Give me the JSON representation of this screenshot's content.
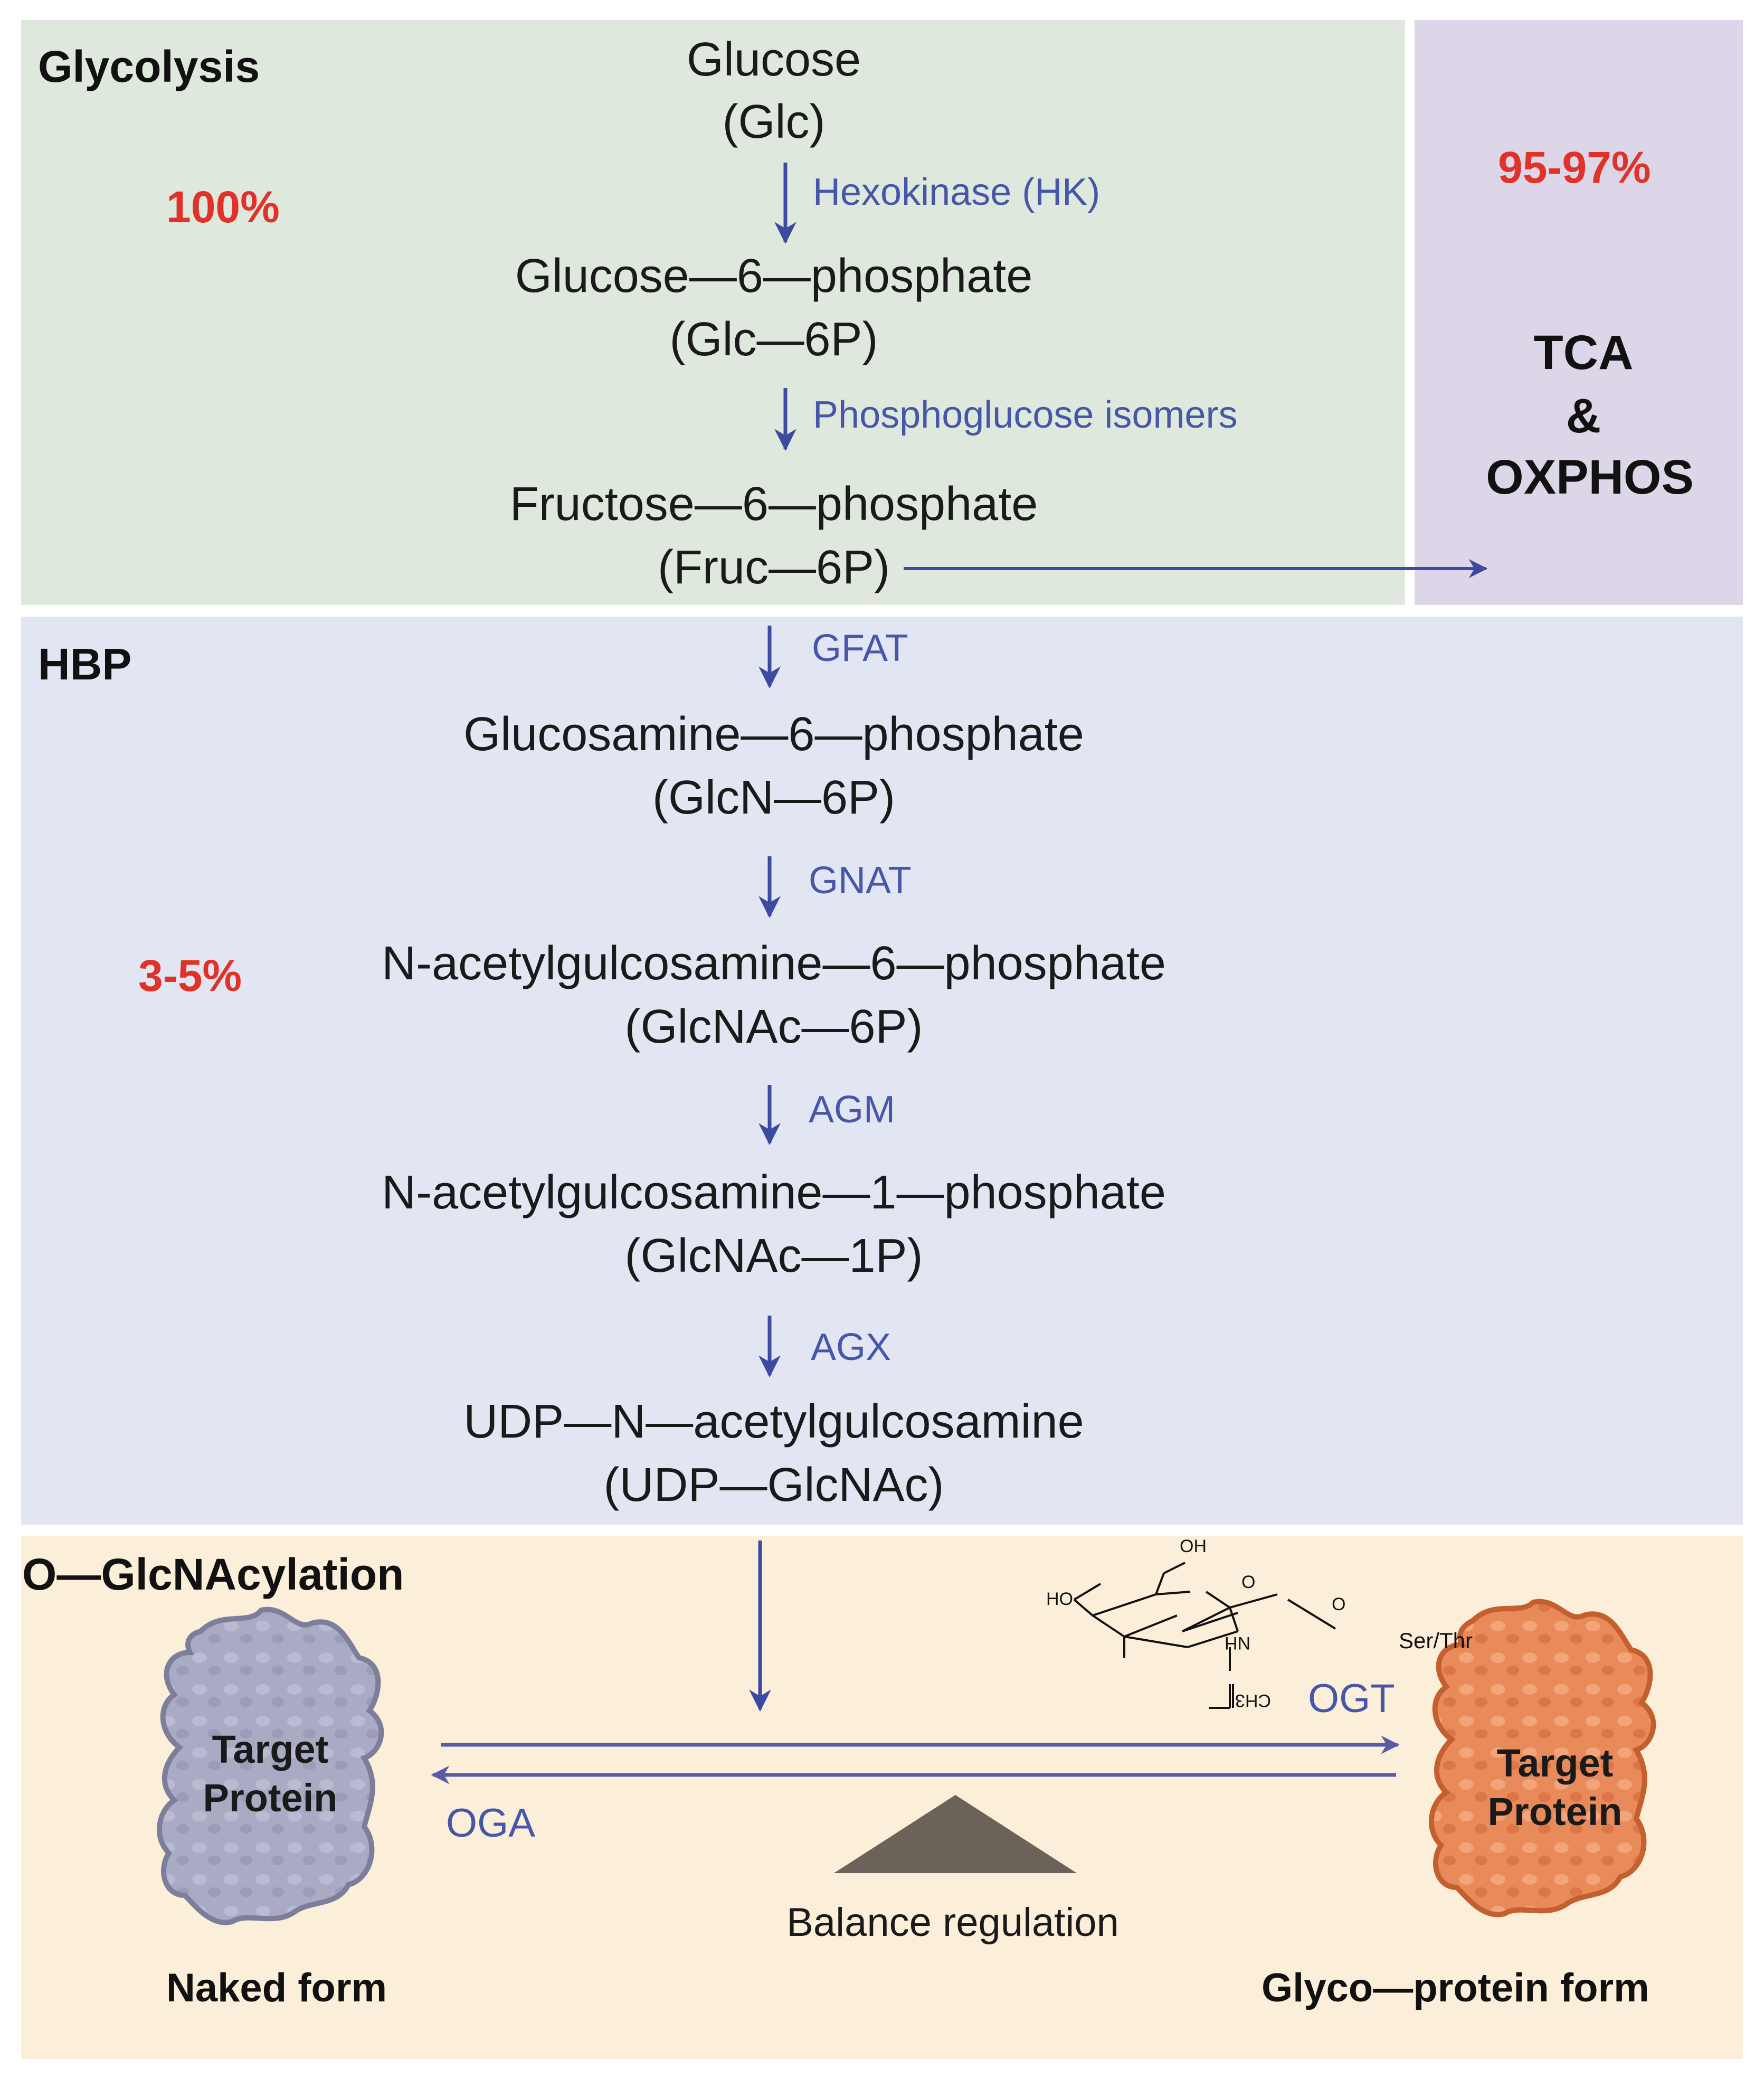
{
  "sections": {
    "glycolysis": {
      "title": "Glycolysis",
      "percent": "100%"
    },
    "tca": {
      "percent": "95-97%",
      "line1": "TCA",
      "line2": "&",
      "line3": "OXPHOS"
    },
    "hbp": {
      "title": "HBP",
      "percent": "3-5%"
    },
    "oglc": {
      "title": "O—GlcNAcylation"
    }
  },
  "metabolites": [
    {
      "name": "Glucose",
      "abbr": "(Glc)"
    },
    {
      "name": "Glucose—6—phosphate",
      "abbr": "(Glc—6P)"
    },
    {
      "name": "Fructose—6—phosphate",
      "abbr": "(Fruc—6P)"
    },
    {
      "name": "Glucosamine—6—phosphate",
      "abbr": "(GlcN—6P)"
    },
    {
      "name": "N-acetylgulcosamine—6—phosphate",
      "abbr": "(GlcNAc—6P)"
    },
    {
      "name": "N-acetylgulcosamine—1—phosphate",
      "abbr": "(GlcNAc—1P)"
    },
    {
      "name": "UDP—N—acetylgulcosamine",
      "abbr": "(UDP—GlcNAc)"
    }
  ],
  "enzymes": [
    "Hexokinase (HK)",
    "Phosphoglucose isomers",
    "GFAT",
    "GNAT",
    "AGM",
    "AGX"
  ],
  "oglc": {
    "naked_protein_label_1": "Target",
    "naked_protein_label_2": "Protein",
    "glyco_protein_label_1": "Target",
    "glyco_protein_label_2": "Protein",
    "naked_caption": "Naked form",
    "glyco_caption": "Glyco—protein form",
    "ogt": "OGT",
    "oga": "OGA",
    "balance": "Balance regulation",
    "chem_labels": {
      "oh": "OH",
      "ho": "HO",
      "o_ring": "O",
      "o_link": "O",
      "ser_thr": "Ser/Thr",
      "nh": "NH",
      "ch3": "CH3"
    }
  },
  "colors": {
    "glycolysis_bg": "#dfe8dc",
    "tca_bg": "#dcd6e8",
    "hbp_bg": "#e2e6f3",
    "oglc_bg": "#fcefd9",
    "percent": "#e03228",
    "enzyme": "#4656a8",
    "naked_protein": "#a9abc4",
    "glyco_protein": "#e98a5a"
  }
}
